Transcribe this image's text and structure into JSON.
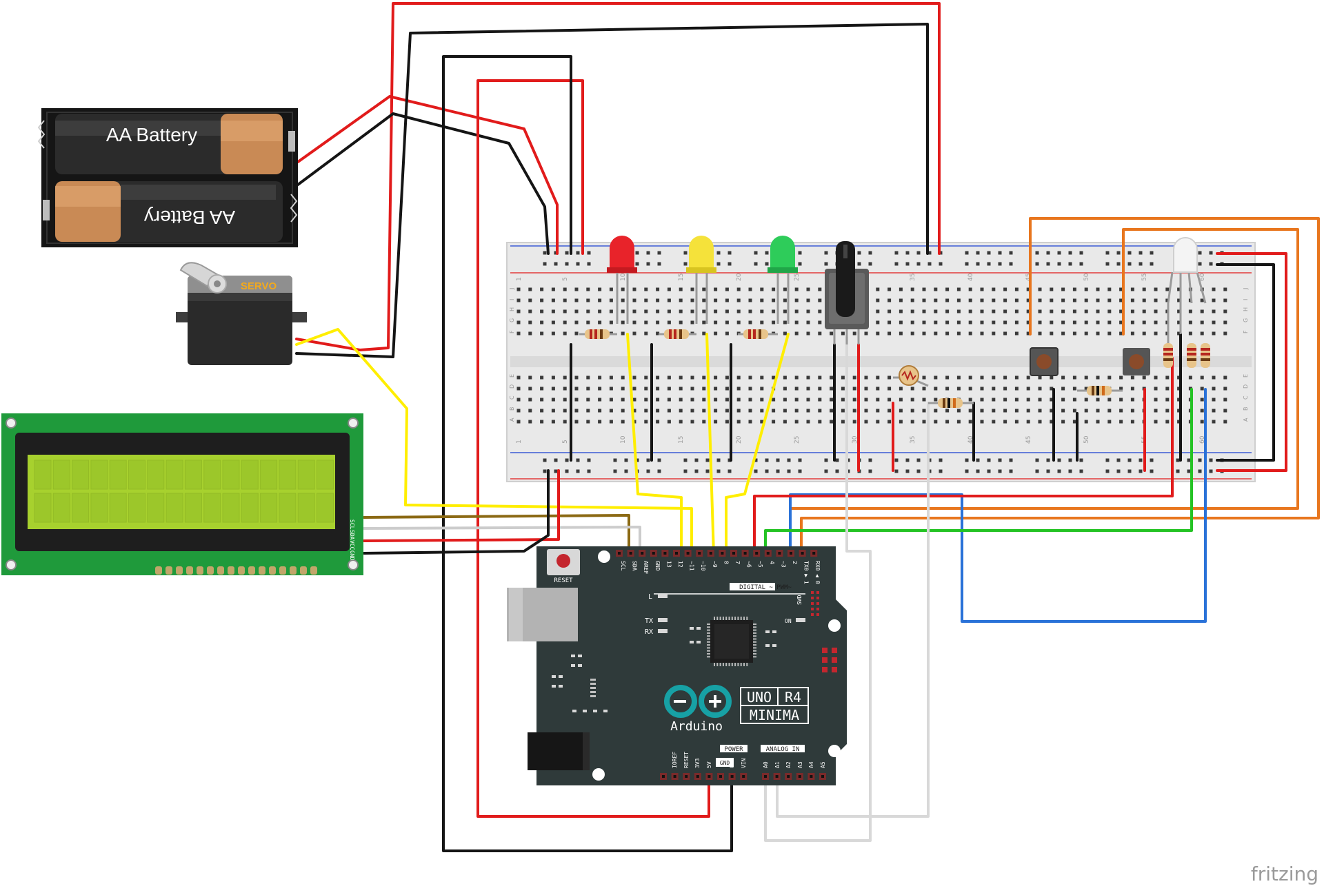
{
  "battery": {
    "label_top": "AA Battery",
    "label_bottom": "AA Battery"
  },
  "servo": {
    "label": "SERVO"
  },
  "lcd": {
    "pin_labels": [
      "SCL",
      "SDA",
      "VCC",
      "GND"
    ]
  },
  "arduino": {
    "brand": "Arduino",
    "model_line1": "UNO",
    "model_line1b": "R4",
    "model_line2": "MINIMA",
    "reset_label": "RESET",
    "digital_header": "DIGITAL ~ PWM~",
    "power_header": "POWER",
    "analog_header": "ANALOG IN",
    "gnd_box": "GND",
    "top_pins": [
      "SCL",
      "SDA",
      "AREF",
      "GND",
      "13",
      "12",
      "~11",
      "~10",
      "~9",
      "8",
      "7",
      "~6",
      "~5",
      "4",
      "~3",
      "2",
      "TX0 ▶ 1",
      "RX0 ◀ 0"
    ],
    "bottom_pins": [
      "IOREF",
      "RESET",
      "3V3",
      "5V",
      "GND",
      "GND",
      "VIN",
      "A0",
      "A1",
      "A2",
      "A3",
      "A4",
      "A5"
    ],
    "tx_label": "TX",
    "rx_label": "RX",
    "l_label": "L",
    "on_label": "ON",
    "swd_label": "SWD"
  },
  "breadboard": {
    "column_numbers": [
      "1",
      "5",
      "10",
      "15",
      "20",
      "25",
      "30",
      "35",
      "40",
      "45",
      "50",
      "55",
      "60"
    ],
    "row_letters_top": [
      "J",
      "I",
      "H",
      "G",
      "F"
    ],
    "row_letters_bottom": [
      "E",
      "D",
      "C",
      "B",
      "A"
    ]
  },
  "watermark": "fritzing",
  "colors": {
    "wire_red": "#e11b1b",
    "wire_black": "#151515",
    "wire_yellow": "#ffee00",
    "wire_orange": "#e8761e",
    "wire_blue": "#2a72d8",
    "wire_green": "#24c324",
    "wire_white": "#d8d8d8",
    "wire_brown": "#8b6914",
    "arduino_board": "#2f3a3a",
    "lcd_pcb": "#1f9a3b",
    "lcd_screen": "#a7d12e",
    "breadboard": "#e8e8e8"
  }
}
